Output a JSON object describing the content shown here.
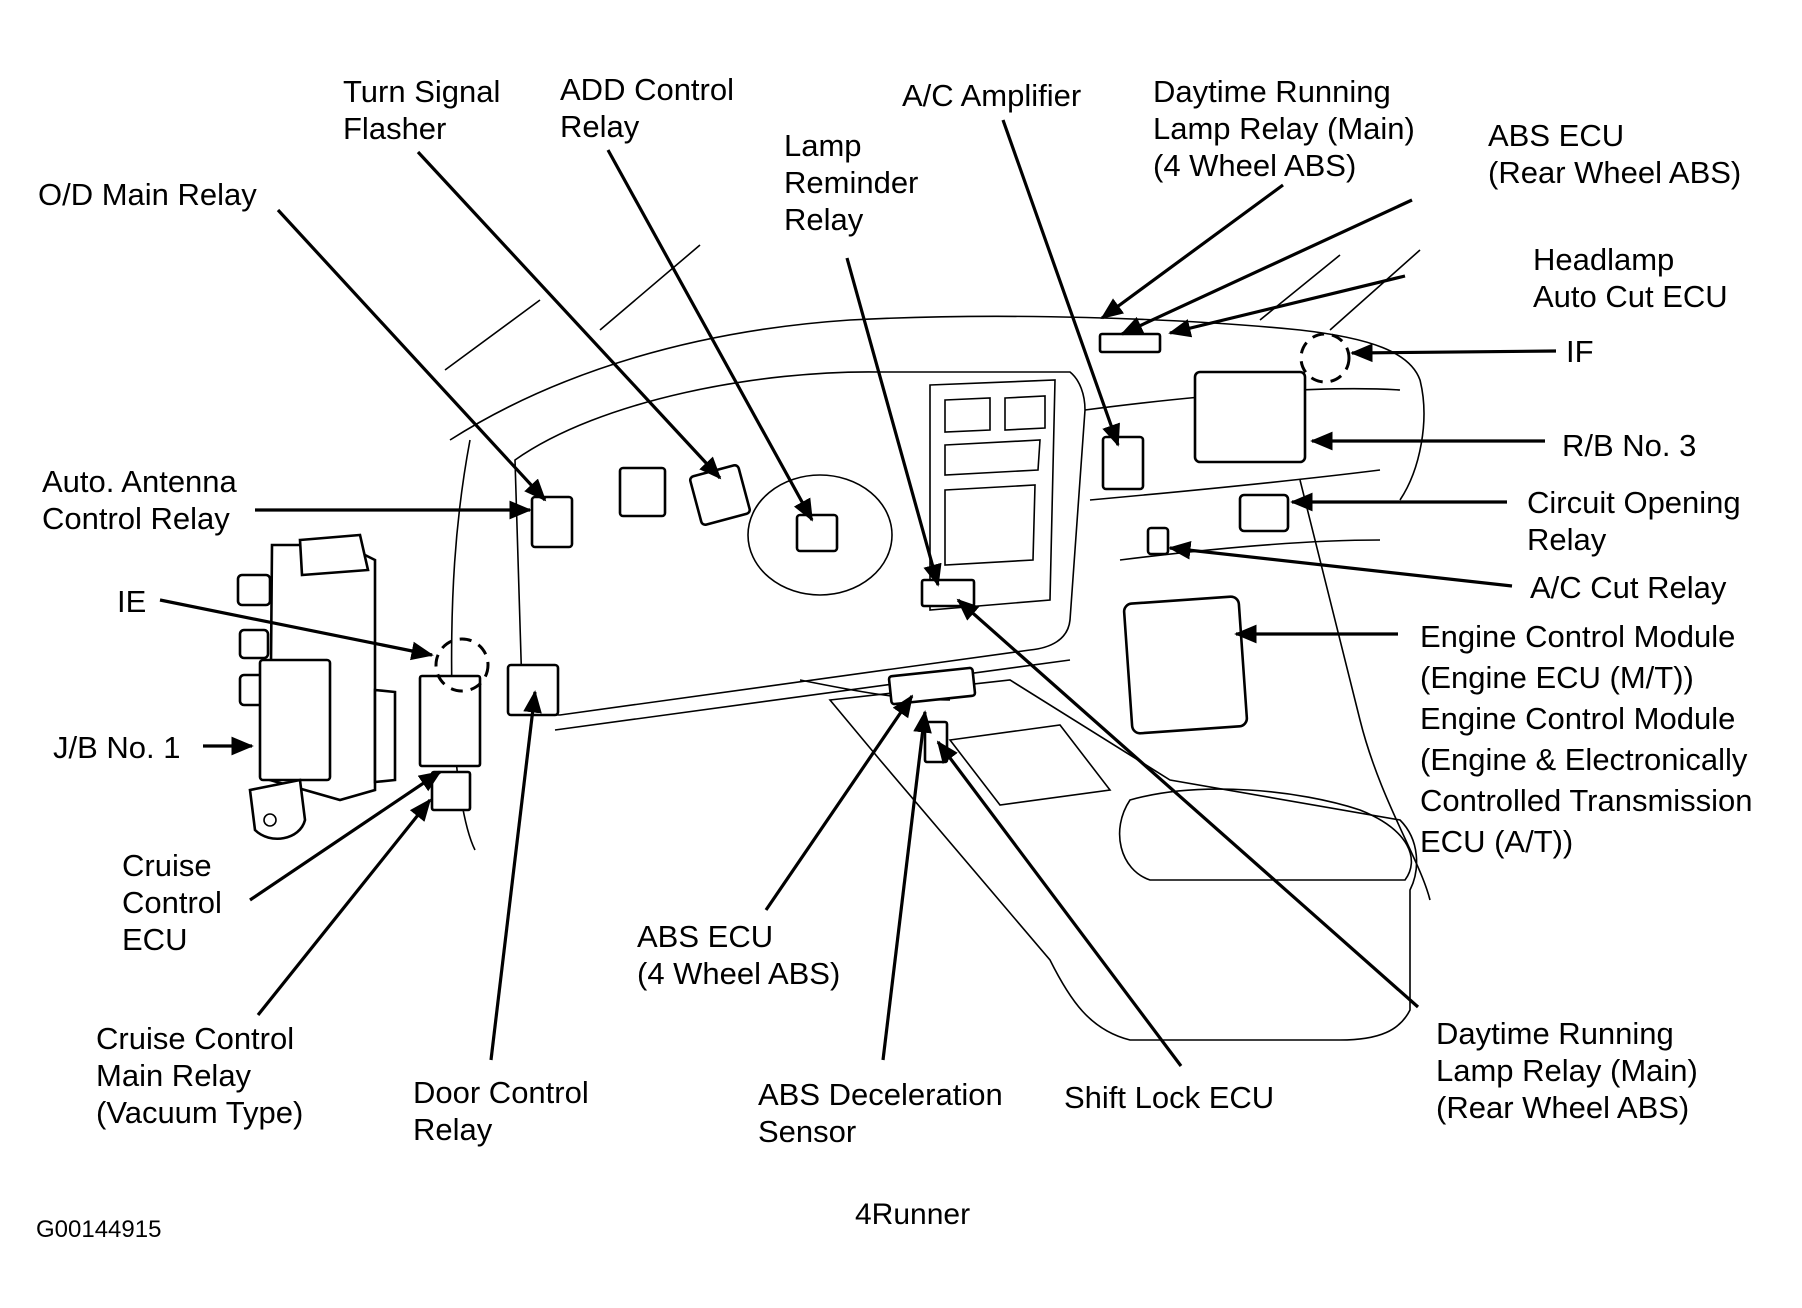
{
  "figure": {
    "id": "G00144915",
    "caption": "4Runner",
    "colors": {
      "ink": "#000000",
      "background": "#ffffff"
    }
  },
  "labels": [
    {
      "key": "turn-signal-flasher",
      "lines": [
        "Turn Signal",
        "Flasher"
      ]
    },
    {
      "key": "add-control-relay",
      "lines": [
        "ADD Control",
        "Relay"
      ]
    },
    {
      "key": "lamp-reminder-relay",
      "lines": [
        "Lamp",
        "Reminder",
        "Relay"
      ]
    },
    {
      "key": "ac-amplifier",
      "lines": [
        "A/C Amplifier"
      ]
    },
    {
      "key": "drl-relay-4wheel-abs",
      "lines": [
        "Daytime Running",
        "Lamp Relay (Main)",
        "(4 Wheel ABS)"
      ]
    },
    {
      "key": "abs-ecu-rear-wheel",
      "lines": [
        "ABS ECU",
        "(Rear Wheel ABS)"
      ]
    },
    {
      "key": "headlamp-auto-cut-ecu",
      "lines": [
        "Headlamp",
        "Auto Cut ECU"
      ]
    },
    {
      "key": "if-connector",
      "lines": [
        "IF"
      ]
    },
    {
      "key": "rb-no-3",
      "lines": [
        "R/B No. 3"
      ]
    },
    {
      "key": "circuit-opening-relay",
      "lines": [
        "Circuit Opening",
        "Relay"
      ]
    },
    {
      "key": "ac-cut-relay",
      "lines": [
        "A/C Cut Relay"
      ]
    },
    {
      "key": "engine-control-module",
      "lines": [
        "Engine Control Module",
        "(Engine ECU (M/T))",
        "Engine Control Module",
        "(Engine & Electronically",
        "Controlled Transmission",
        "ECU (A/T))"
      ]
    },
    {
      "key": "od-main-relay",
      "lines": [
        "O/D Main  Relay"
      ]
    },
    {
      "key": "auto-antenna-control-relay",
      "lines": [
        "Auto. Antenna",
        "Control Relay"
      ]
    },
    {
      "key": "ie-connector",
      "lines": [
        "IE"
      ]
    },
    {
      "key": "jb-no-1",
      "lines": [
        "J/B No. 1"
      ]
    },
    {
      "key": "cruise-control-ecu",
      "lines": [
        "Cruise",
        "Control",
        "ECU"
      ]
    },
    {
      "key": "cruise-control-main-relay",
      "lines": [
        "Cruise Control",
        "Main Relay",
        "(Vacuum Type)"
      ]
    },
    {
      "key": "door-control-relay",
      "lines": [
        "Door Control",
        "Relay"
      ]
    },
    {
      "key": "abs-ecu-4wheel",
      "lines": [
        "ABS ECU",
        "(4 Wheel ABS)"
      ]
    },
    {
      "key": "abs-deceleration-sensor",
      "lines": [
        "ABS Deceleration",
        "Sensor"
      ]
    },
    {
      "key": "shift-lock-ecu",
      "lines": [
        "Shift Lock ECU"
      ]
    },
    {
      "key": "drl-relay-rear-wheel-abs",
      "lines": [
        "Daytime Running",
        "Lamp Relay (Main)",
        "(Rear Wheel ABS)"
      ]
    }
  ]
}
